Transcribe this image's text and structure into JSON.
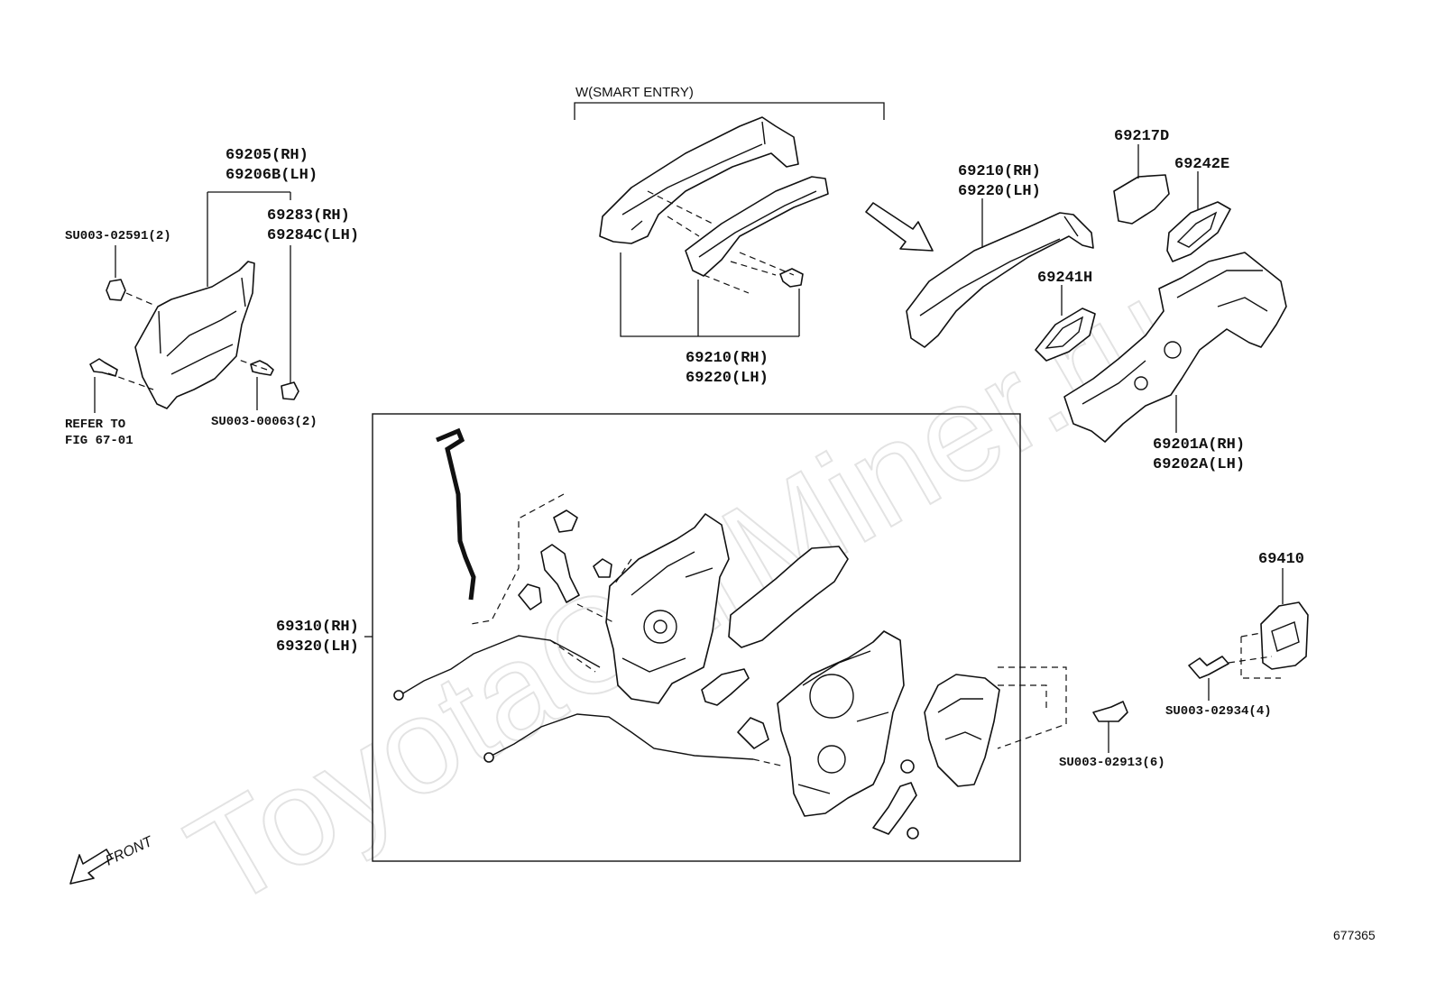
{
  "watermark": "ToyotaCarMiner.ru",
  "figure_number": "677365",
  "group_labels": {
    "smart_entry": "W(SMART ENTRY)"
  },
  "front_indicator": "FRONT",
  "labels": {
    "p69205_rh": "69205(RH)",
    "p69206b_lh": "69206B(LH)",
    "p69283_rh": "69283(RH)",
    "p69284c_lh": "69284C(LH)",
    "su003_02591": "SU003-02591(2)",
    "refer_line1": "REFER TO",
    "refer_line2": "FIG 67-01",
    "su003_00063": "SU003-00063(2)",
    "p69210_rh_top": "69210(RH)",
    "p69220_lh_top": "69220(LH)",
    "p69210_rh_mid": "69210(RH)",
    "p69220_lh_mid": "69220(LH)",
    "p69217d": "69217D",
    "p69242e": "69242E",
    "p69241h": "69241H",
    "p69201a_rh": "69201A(RH)",
    "p69202a_lh": "69202A(LH)",
    "p69310_rh": "69310(RH)",
    "p69320_lh": "69320(LH)",
    "p69410": "69410",
    "su003_02934": "SU003-02934(4)",
    "su003_02913": "SU003-02913(6)"
  }
}
